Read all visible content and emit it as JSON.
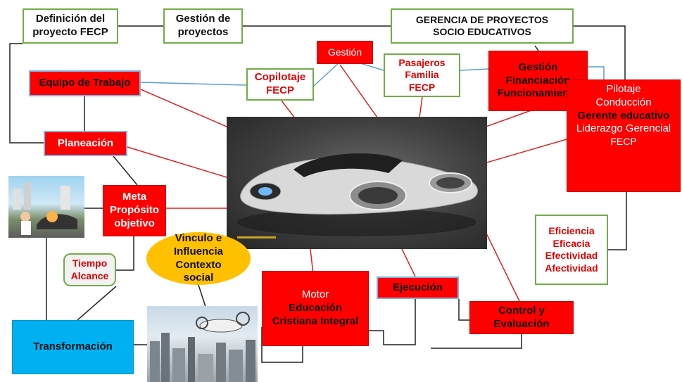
{
  "boxes": {
    "definicion": [
      "Definición del",
      "proyecto FECP"
    ],
    "gestion_proyectos": [
      "Gestión de",
      "proyectos"
    ],
    "gerencia": [
      "GERENCIA DE PROYECTOS",
      "SOCIO EDUCATIVOS"
    ],
    "gestion": [
      "Gestión"
    ],
    "equipo": [
      "Equipo de Trabajo"
    ],
    "copilotaje": [
      "Copilotaje",
      "FECP"
    ],
    "pasajeros": [
      "Pasajeros",
      "Familia",
      "FECP"
    ],
    "financiacion": [
      "Gestión",
      "Financiación",
      "Funcionamiento"
    ],
    "pilotaje": [
      "Pilotaje",
      "Conducción",
      "Gerente educativo",
      "Liderazgo Gerencial",
      "FECP"
    ],
    "planeacion": [
      "Planeación"
    ],
    "meta": [
      "Meta",
      "Propósito",
      "objetivo"
    ],
    "vinculo": [
      "Vinculo e",
      "Influencia",
      "Contexto",
      "social"
    ],
    "eficiencia": [
      "Eficiencia",
      "Eficacia",
      "Efectividad",
      "Afectividad"
    ],
    "tiempo": [
      "Tiempo",
      "Alcance"
    ],
    "motor": [
      "Motor",
      "Educación",
      "Cristiana Integral"
    ],
    "ejecucion": [
      "Ejecución"
    ],
    "control": [
      "Control y",
      "Evaluación"
    ],
    "transformacion": [
      "Transformación"
    ]
  },
  "colors": {
    "red_box": "#ff0000",
    "green_border": "#70ad47",
    "blue_box": "#00b0f0",
    "yellow_ellipse": "#ffc000",
    "gray_box": "#f2f2f2",
    "dark_line": "#222222",
    "red_line": "#e02020",
    "blue_line": "#5b9bd5"
  },
  "images": [
    "futuristic-flying-car",
    "vr-driver-scene",
    "city-flying-car"
  ]
}
